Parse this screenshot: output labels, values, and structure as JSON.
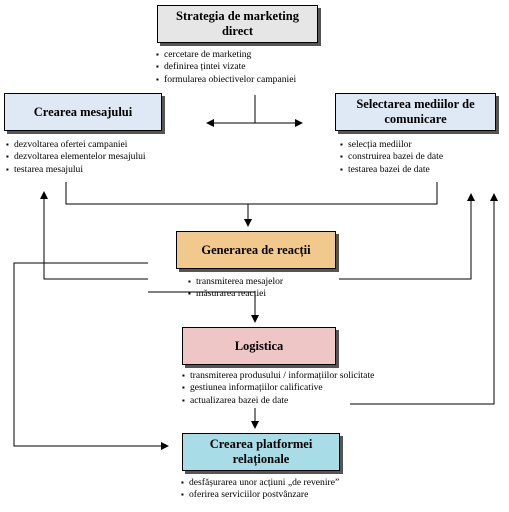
{
  "nodes": {
    "strategia": {
      "title": "Strategia de marketing direct",
      "bullets": [
        "cercetare de marketing",
        "definirea țintei vizate",
        "formularea obiectivelor campaniei"
      ]
    },
    "crearea_mesajului": {
      "title": "Crearea mesajului",
      "bullets": [
        "dezvoltarea ofertei campaniei",
        "dezvoltarea elementelor mesajului",
        "testarea mesajului"
      ]
    },
    "selectarea": {
      "title": "Selectarea mediilor de comunicare",
      "bullets": [
        "selecția mediilor",
        "construirea bazei de date",
        "testarea bazei de date"
      ]
    },
    "generarea": {
      "title": "Generarea de reacții",
      "bullets": [
        "transmiterea mesajelor",
        "măsurarea reacției"
      ]
    },
    "logistica": {
      "title": "Logistica",
      "bullets": [
        "transmiterea produsului / informațiilor solicitate",
        "gestiunea informațiilor calificative",
        "actualizarea bazei de date"
      ]
    },
    "platforma": {
      "title": "Crearea platformei relaționale",
      "bullets": [
        "desfășurarea unor acțiuni „de revenire”",
        "oferirea serviciilor postvânzare"
      ]
    }
  },
  "colors": {
    "strategia": "#e6e6e6",
    "crearea_mesajului": "#dfe9f5",
    "selectarea": "#dfe9f5",
    "generarea": "#f2c98c",
    "logistica": "#efc6c6",
    "platforma": "#a8dce6",
    "lines": "#000000"
  }
}
